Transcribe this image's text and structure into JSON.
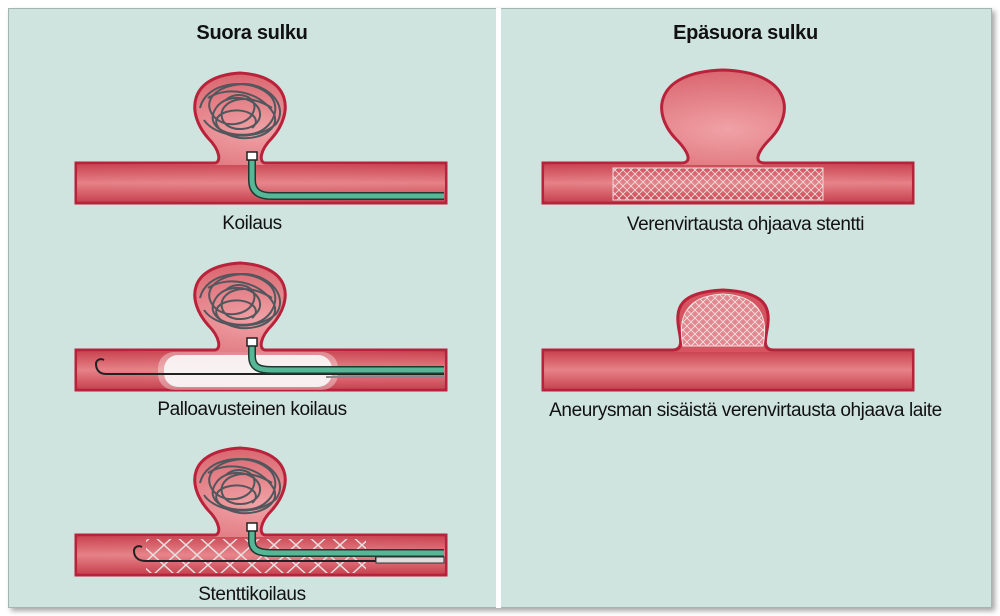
{
  "panels": {
    "direct": {
      "title": "Suora sulku",
      "items": [
        {
          "caption": "Koilaus"
        },
        {
          "caption": "Palloavusteinen koilaus"
        },
        {
          "caption": "Stenttikoilaus"
        }
      ]
    },
    "indirect": {
      "title": "Epäsuora sulku",
      "items": [
        {
          "caption": "Verenvirtausta ohjaava stentti"
        },
        {
          "caption": "Aneurysman sisäistä verenvirtausta ohjaava laite"
        }
      ]
    }
  },
  "colors": {
    "background": "#cfe4de",
    "vessel": "#d9646a",
    "vessel_outline": "#b8223a",
    "coil": "#555a60",
    "catheter": "#4fae8d",
    "balloon": "#f4f4f4",
    "stent": "#e8e8e8"
  }
}
